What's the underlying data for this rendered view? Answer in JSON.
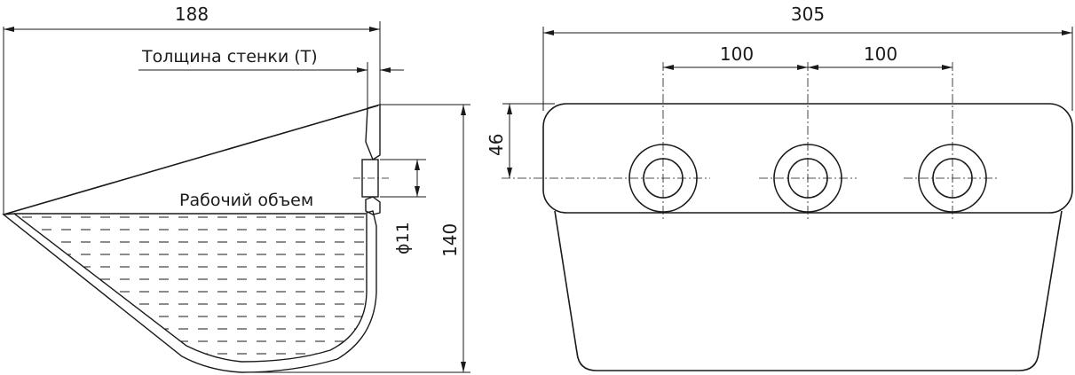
{
  "side_view": {
    "dim_width": "188",
    "dim_height": "140",
    "dim_hole": "ϕ11",
    "wall_label": "Толщина стенки (T)",
    "volume_label": "Рабочий объем"
  },
  "front_view": {
    "dim_width": "305",
    "dim_pitch_left": "100",
    "dim_pitch_right": "100",
    "dim_hole_height": "46"
  },
  "colors": {
    "line": "#1a1a1a",
    "background": "#ffffff"
  }
}
